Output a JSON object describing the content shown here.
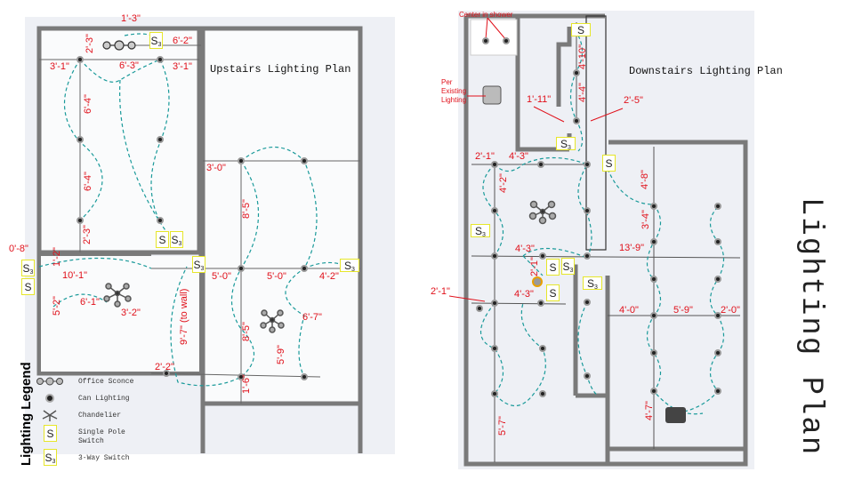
{
  "title": "Lighting Plan",
  "upstairs": {
    "title": "Upstairs Lighting Plan",
    "dims": [
      "1'-3\"",
      "2'-3\"",
      "6'-2\"",
      "3'-1\"",
      "6'-3\"",
      "3'-1\"",
      "6'-4\"",
      "6'-4\"",
      "2'-3\"",
      "3'-0\"",
      "8'-5\"",
      "0'-8\"",
      "1'-2\"",
      "10'-1\"",
      "5'-0\"",
      "5'-0\"",
      "4'-2\"",
      "5'-2\"",
      "6'-1\"",
      "3'-2\"",
      "9'-7\" (to wall)",
      "6'-7\"",
      "8'-5\"",
      "5'-9\"",
      "2'-2\"",
      "1'-6\""
    ]
  },
  "downstairs": {
    "title": "Downstairs Lighting Plan",
    "notes": {
      "shower": "Center in shower",
      "existing": [
        "Per",
        "Existing",
        "Lighting"
      ]
    },
    "dims": [
      "4'-10\"",
      "4'-4\"",
      "1'-11\"",
      "2'-5\"",
      "2'-1\"",
      "4'-3\"",
      "4'-8\"",
      "4'-2\"",
      "3'-4\"",
      "4'-3\"",
      "13'-9\"",
      "2'-1\"",
      "2'-1\"",
      "4'-3\"",
      "4'-0\"",
      "5'-9\"",
      "2'-0\"",
      "4'-7\"",
      "5'-7\""
    ]
  },
  "switch": {
    "symbol": "S",
    "three_way_sub": "3"
  },
  "legend": {
    "title": "Lighting Legend",
    "items": [
      "Office Sconce",
      "Can Lighting",
      "Chandelier",
      "Single Pole Switch",
      "3-Way Switch"
    ]
  },
  "colors": {
    "dimension": "#e0101a",
    "wiring": "#1a9a9a",
    "switch_border": "#e6e62a",
    "wall": "#7a7a7a"
  }
}
